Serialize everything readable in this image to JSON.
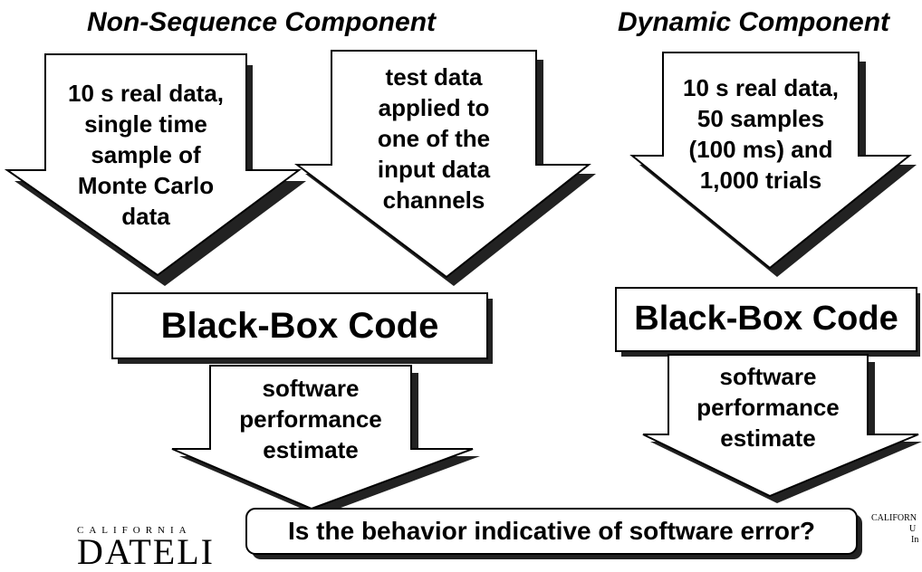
{
  "headings": {
    "left": "Non-Sequence Component",
    "right": "Dynamic Component"
  },
  "input_arrows": {
    "left_first": [
      "10 s real data,",
      "single time",
      "sample of",
      "Monte Carlo",
      "data"
    ],
    "left_second": [
      "test data",
      "applied to",
      "one of the",
      "input data",
      "channels"
    ],
    "right": [
      "10 s real data,",
      "50 samples",
      "(100 ms) and",
      "1,000 trials"
    ]
  },
  "black_box": {
    "left": "Black-Box Code",
    "right": "Black-Box Code"
  },
  "output_arrows": {
    "left": [
      "software",
      "performance",
      "estimate"
    ],
    "right": [
      "software",
      "performance",
      "estimate"
    ]
  },
  "question": "Is the behavior indicative of software error?",
  "logos": {
    "left_small": "CALIFORNIA",
    "left_big": "DATELI",
    "right_lines": [
      "CALIFORN",
      "U",
      "In"
    ]
  }
}
